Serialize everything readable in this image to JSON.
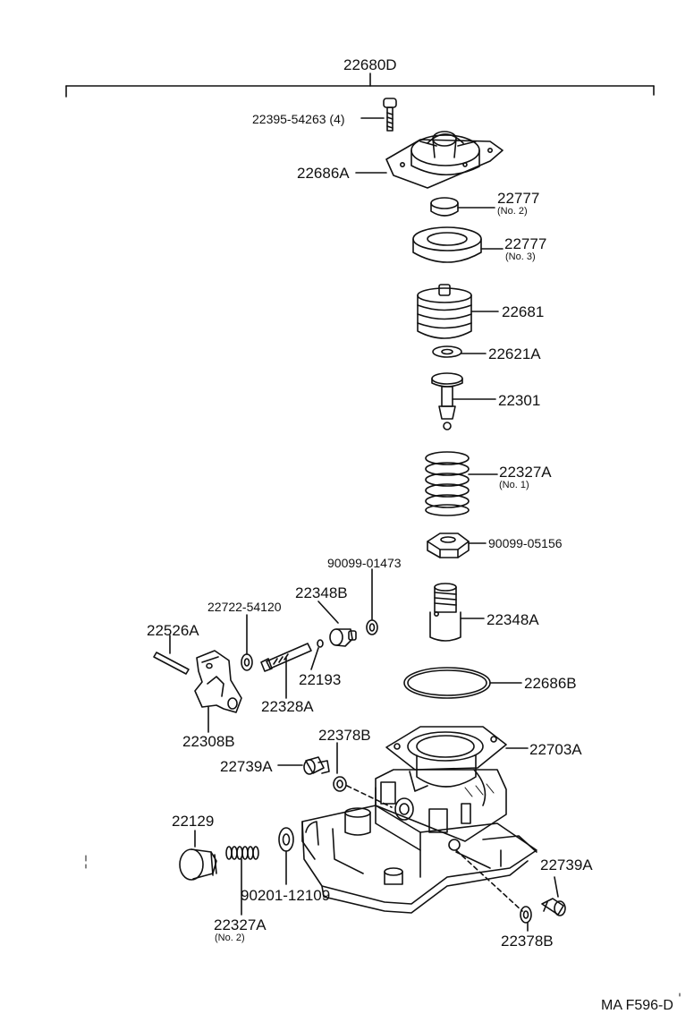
{
  "assembly": {
    "number": "22680D"
  },
  "parts": {
    "screw": {
      "number": "22395-54263",
      "qty": "(4)"
    },
    "cover": {
      "number": "22686A"
    },
    "retainer_2": {
      "number": "22777",
      "note": "(No. 2)"
    },
    "retainer_3": {
      "number": "22777",
      "note": "(No. 3)"
    },
    "diaphragm": {
      "number": "22681"
    },
    "washer_small": {
      "number": "22621A"
    },
    "valve": {
      "number": "22301"
    },
    "spring_1": {
      "number": "22327A",
      "note": "(No. 1)"
    },
    "nut": {
      "number": "90099-05156"
    },
    "plug_right": {
      "number": "22348A"
    },
    "oring_large": {
      "number": "22686B"
    },
    "gasket_small": {
      "number": "90099-01473"
    },
    "plug_left": {
      "number": "22348B"
    },
    "ring_22722": {
      "number": "22722-54120"
    },
    "pin": {
      "number": "22526A"
    },
    "ball": {
      "number": "22193"
    },
    "screw_adjust": {
      "number": "22328A"
    },
    "bracket": {
      "number": "22308B"
    },
    "housing": {
      "number": "22703A"
    },
    "gasket_upper": {
      "number": "22378B"
    },
    "bolt_upper": {
      "number": "22739A"
    },
    "cap": {
      "number": "22129"
    },
    "spring_2": {
      "number": "22327A",
      "note": "(No. 2)"
    },
    "washer_90201": {
      "number": "90201-12109"
    },
    "bolt_lower": {
      "number": "22739A"
    },
    "gasket_lower": {
      "number": "22378B"
    }
  },
  "figure_ref": "MA F596-D"
}
